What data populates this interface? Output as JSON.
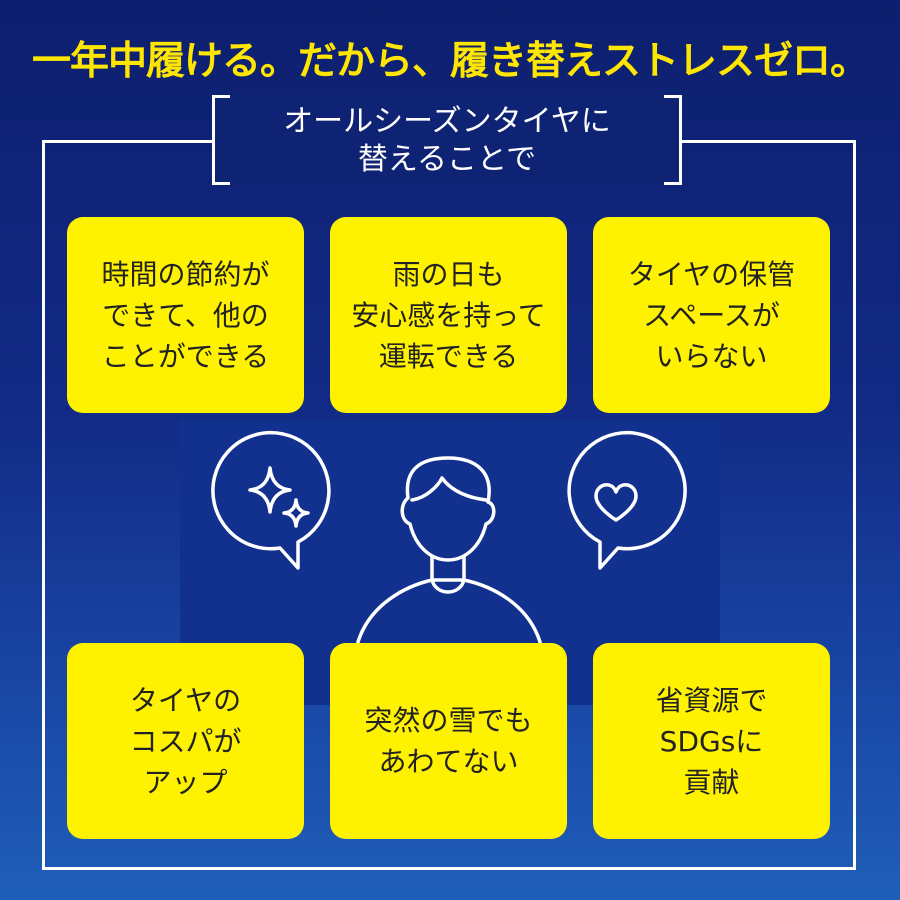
{
  "headline": "一年中履ける。だから、履き替えストレスゼロ。",
  "section_label": "オールシーズンタイヤに\n替えることで",
  "benefits": [
    "時間の節約が\nできて、他の\nことができる",
    "雨の日も\n安心感を持って\n運転できる",
    "タイヤの保管\nスペースが\nいらない",
    "タイヤの\nコスパが\nアップ",
    "突然の雪でも\nあわてない",
    "省資源で\nSDGsに\n貢献"
  ],
  "illustration": {
    "left_bubble_icon": "sparkle-icon",
    "right_bubble_icon": "heart-icon",
    "figure_icon": "person-icon"
  },
  "colors": {
    "accent": "#fff200",
    "headline": "#ffe600",
    "background": "#122a85",
    "line": "#ffffff"
  }
}
